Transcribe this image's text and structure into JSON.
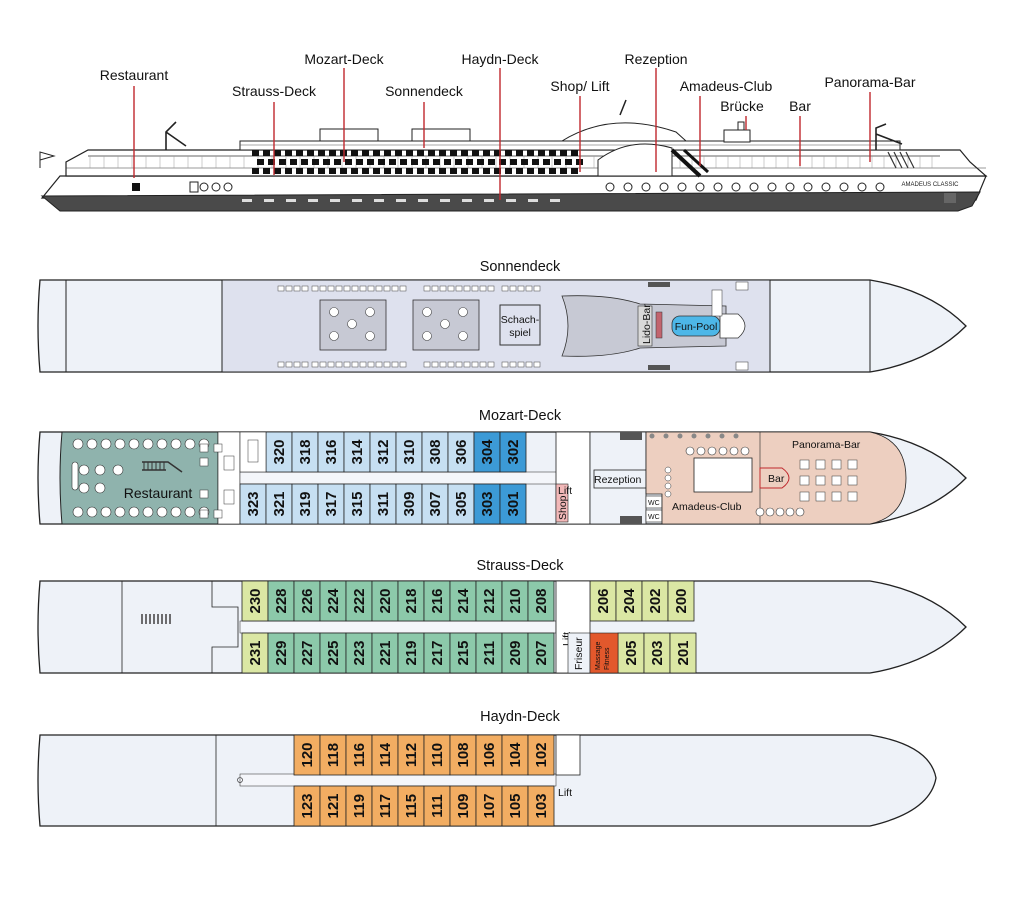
{
  "side_view": {
    "labels": [
      "Restaurant",
      "Strauss-Deck",
      "Mozart-Deck",
      "Sonnendeck",
      "Haydn-Deck",
      "Shop/ Lift",
      "Rezeption",
      "Amadeus-Club",
      "Brücke",
      "Bar",
      "Panorama-Bar"
    ],
    "ship_name": "AMADEUS CLASSIC"
  },
  "sonnendeck": {
    "title": "Sonnendeck",
    "labels": [
      "Schach-",
      "spiel",
      "Lido-Bar",
      "Fun-Pool"
    ]
  },
  "mozart": {
    "title": "Mozart-Deck",
    "top_cabins": [
      "320",
      "318",
      "316",
      "314",
      "312",
      "310",
      "308",
      "306",
      "304",
      "302"
    ],
    "bottom_cabins": [
      "323",
      "321",
      "319",
      "317",
      "315",
      "311",
      "309",
      "307",
      "305",
      "303",
      "301"
    ],
    "labels": [
      "Restaurant",
      "Rezeption",
      "Lift",
      "Shop",
      "WC",
      "WC",
      "Panorama-Bar",
      "Bar",
      "Amadeus-Club"
    ]
  },
  "strauss": {
    "title": "Strauss-Deck",
    "top_cabins": [
      "230",
      "228",
      "226",
      "224",
      "222",
      "220",
      "218",
      "216",
      "214",
      "212",
      "210",
      "208",
      "206",
      "204",
      "202",
      "200"
    ],
    "bottom_cabins": [
      "231",
      "229",
      "227",
      "225",
      "223",
      "221",
      "219",
      "217",
      "215",
      "211",
      "209",
      "207",
      "205",
      "203",
      "201"
    ],
    "labels": [
      "Lift",
      "Friseur",
      "Massage",
      "Fitness"
    ]
  },
  "haydn": {
    "title": "Haydn-Deck",
    "top_cabins": [
      "120",
      "118",
      "116",
      "114",
      "112",
      "110",
      "108",
      "106",
      "104",
      "102"
    ],
    "bottom_cabins": [
      "123",
      "121",
      "119",
      "117",
      "115",
      "111",
      "109",
      "107",
      "105",
      "103"
    ],
    "labels": [
      "Lift"
    ]
  },
  "colors": {
    "hull_fill": "#eef2f8",
    "sundeck_fill": "#dee1ee",
    "restaurant": "#8fb3ad",
    "mozart_cabin": "#c6dff2",
    "mozart_suite": "#3c9ad6",
    "club": "#edcfc0",
    "strauss_cabin": "#8cc9aa",
    "strauss_end": "#dbe7a4",
    "massage": "#e2582c",
    "shop": "#f2b8b8",
    "haydn_cabin": "#f2ad62",
    "pool": "#4db7e8"
  }
}
